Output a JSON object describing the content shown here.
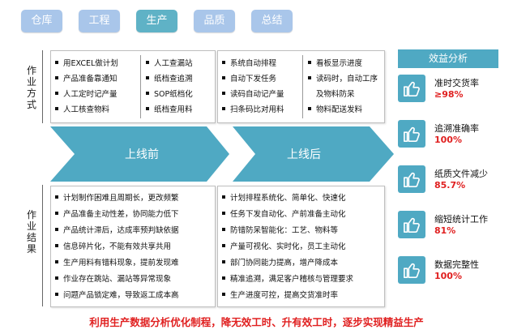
{
  "tabs": [
    {
      "label": "仓库",
      "active": false
    },
    {
      "label": "工程",
      "active": false
    },
    {
      "label": "生产",
      "active": true
    },
    {
      "label": "品质",
      "active": false
    },
    {
      "label": "总结",
      "active": false
    }
  ],
  "side_labels": {
    "mode": "作业方式",
    "result": "作业结果"
  },
  "before_mode": {
    "col1": [
      "用EXCEL做计划",
      "产品准备靠通知",
      "人工定时记产量",
      "人工核查物料"
    ],
    "col2": [
      "人工查漏站",
      "纸档查追溯",
      "SOP纸档化",
      "纸档查用料"
    ]
  },
  "after_mode": {
    "col1": [
      "系统自动排程",
      "自动下发任务",
      "读码自动记产量",
      "扫条码比对用料"
    ],
    "col2": [
      "看板显示进度",
      "读码时，自动工序及物料防呆",
      "物料配送发料"
    ]
  },
  "arrows": {
    "before": "上线前",
    "after": "上线后"
  },
  "before_result": [
    "计划制作困难且周期长，更改频繁",
    "产品准备主动性差，协同能力低下",
    "产品统计滞后，达成率预判缺依据",
    "信息碎片化，不能有效共享共用",
    "生产用料有错料现象，提前发现难",
    "作业存在跳站、漏站等异常现象",
    "问题产品锁定难，导致返工成本高"
  ],
  "after_result": [
    "计划排程系统化、简单化、快速化",
    "任务下发自动化、产前准备主动化",
    "防错防呆智能化：工艺、物料等",
    "产量可视化、实时化，员工主动化",
    "部门协同能力提高，增产降成本",
    "精准追溯，满足客户稽核与管理要求",
    "生产进度可控，提高交货准时率"
  ],
  "benefits": {
    "header": "效益分析",
    "items": [
      {
        "name": "准时交货率",
        "value": "≥98%"
      },
      {
        "name": "追溯准确率",
        "value": "100%"
      },
      {
        "name": "纸质文件减少",
        "value": "85.7%"
      },
      {
        "name": "缩短统计工作",
        "value": "81%"
      },
      {
        "name": "数据完整性",
        "value": "100%"
      }
    ]
  },
  "footer": "利用生产数据分析优化制程，降无效工时、升有效工时，逐步实现精益生产",
  "colors": {
    "accent": "#4fa9c3",
    "tab": "#a9c6ea",
    "highlight": "#e02020"
  }
}
